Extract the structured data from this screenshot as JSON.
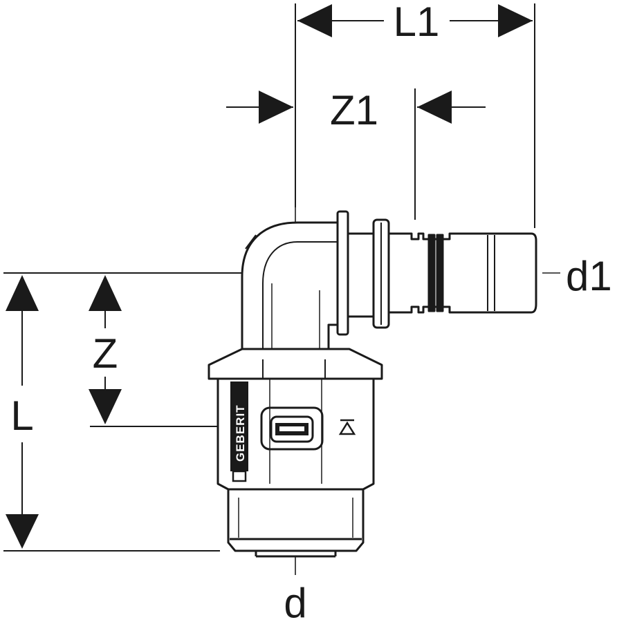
{
  "dimensions": {
    "L1": "L1",
    "Z1": "Z1",
    "d1": "d1",
    "Z": "Z",
    "L": "L",
    "d": "d"
  },
  "brand": "GEBERIT",
  "colors": {
    "line": "#1a1a1a",
    "background": "#ffffff"
  }
}
